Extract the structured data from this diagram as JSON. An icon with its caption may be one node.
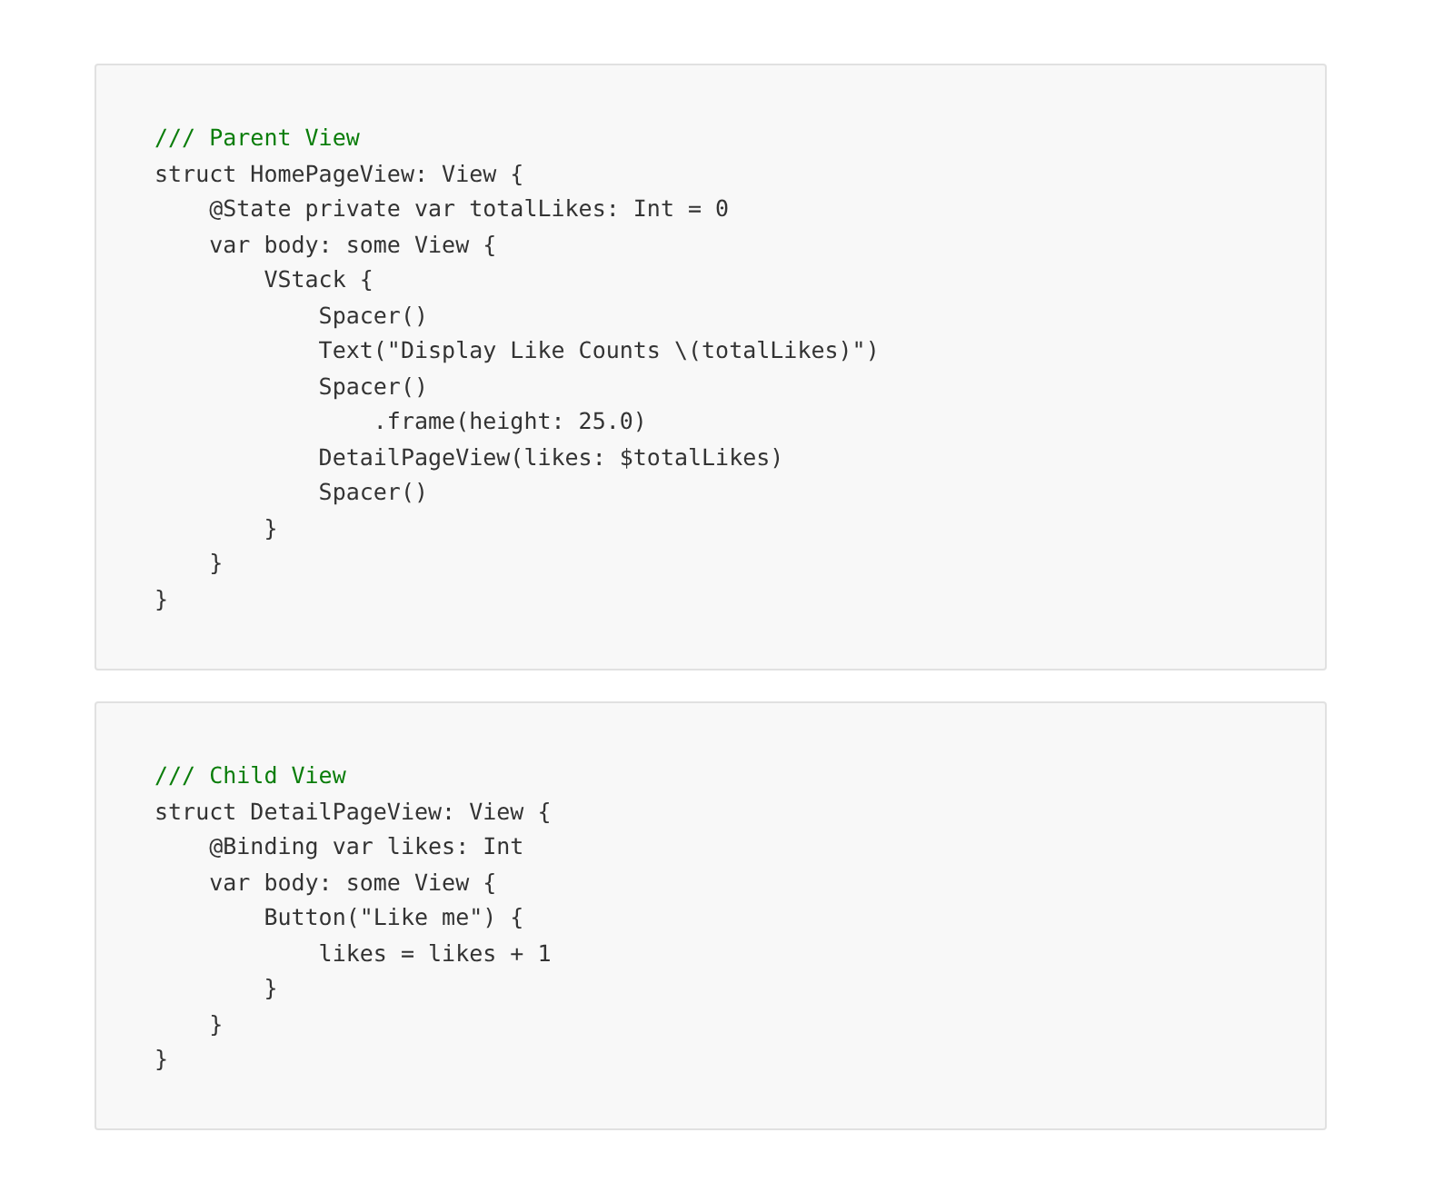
{
  "diagram": {
    "nodes": [
      {
        "text": [
          "/// Parent View",
          "struct HomePageView: View {",
          "    @State private var totalLikes: Int = 0",
          "    var body: some View {",
          "        VStack {",
          "            Spacer()",
          "            Text(\"Display Like Counts \\(totalLikes)\")",
          "            Spacer()",
          "                .frame(height: 25.0)",
          "            DetailPageView(likes: $totalLikes)",
          "            Spacer()",
          "        }",
          "    }",
          "}"
        ]
      },
      {
        "text": [
          "/// Child View",
          "struct DetailPageView: View {",
          "    @Binding var likes: Int",
          "    var body: some View {",
          "        Button(\"Like me\") {",
          "            likes = likes + 1",
          "        }",
          "    }",
          "}"
        ]
      }
    ]
  }
}
